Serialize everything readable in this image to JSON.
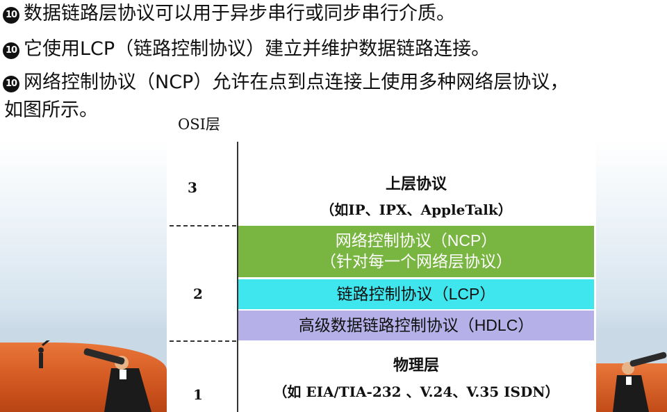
{
  "bullets": [
    {
      "marker": "10",
      "text": "数据链路层协议可以用于异步串行或同步串行介质。"
    },
    {
      "marker": "10",
      "text": "它使用LCP（链路控制协议）建立并维护数据链路连接。"
    },
    {
      "marker": "10",
      "text": "网络控制协议（NCP）允许在点到点连接上使用多种网络层协议，",
      "continuation": "如图所示。"
    }
  ],
  "diagram": {
    "axis_label": "OSI层",
    "layers": [
      {
        "number": "3",
        "title": "上层协议",
        "subtitle": "（如IP、IPX、AppleTalk）"
      },
      {
        "number": "2",
        "ncp_line1": "网络控制协议（NCP）",
        "ncp_line2": "（针对每一个网络层协议）",
        "lcp": "链路控制协议（LCP）",
        "hdlc": "高级数据链路控制协议（HDLC）"
      },
      {
        "number": "1",
        "title": "物理层",
        "subtitle": "（如 EIA/TIA-232 、V.24、V.35 ISDN）"
      }
    ],
    "colors": {
      "ncp": "#79b541",
      "lcp": "#3fe6ee",
      "hdlc": "#b5b0e8"
    }
  }
}
